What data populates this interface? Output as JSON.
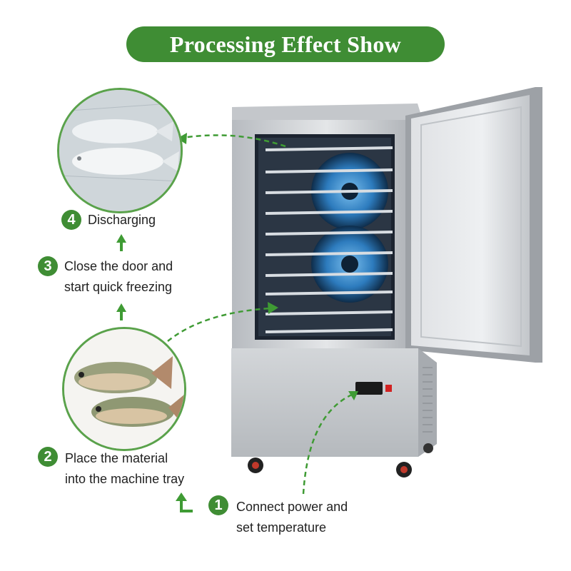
{
  "title": "Processing Effect Show",
  "steps": [
    {
      "number": "1",
      "line1": "Connect power and",
      "line2": "set temperature"
    },
    {
      "number": "2",
      "line1": "Place the material",
      "line2": "into the machine tray"
    },
    {
      "number": "3",
      "line1": "Close the door and",
      "line2": "start quick freezing"
    },
    {
      "number": "4",
      "line1": "Discharging",
      "line2": ""
    }
  ],
  "colors": {
    "accent_green": "#3f8d34",
    "arrow_green": "#3f9b34",
    "steel": "#c9ccd0",
    "fan_glow": "#4fa9e8"
  },
  "icons": [
    "step-number-badge",
    "up-arrow-icon",
    "corner-arrow-icon",
    "curved-dashed-arrow"
  ]
}
